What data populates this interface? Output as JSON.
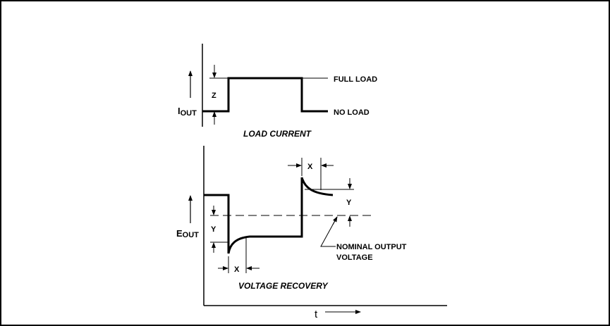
{
  "load_current": {
    "axis_label": "I",
    "axis_subscript": "OUT",
    "dimension_label": "Z",
    "full_load_label": "FULL LOAD",
    "no_load_label": "NO LOAD",
    "caption": "LOAD CURRENT"
  },
  "voltage_recovery": {
    "axis_label": "E",
    "axis_subscript": "OUT",
    "undershoot_y_label": "Y",
    "undershoot_x_label": "X",
    "overshoot_x_label": "X",
    "overshoot_y_label": "Y",
    "nominal_label_line1": "NOMINAL OUTPUT",
    "nominal_label_line2": "VOLTAGE",
    "caption": "VOLTAGE RECOVERY"
  },
  "time_axis_label": "t"
}
